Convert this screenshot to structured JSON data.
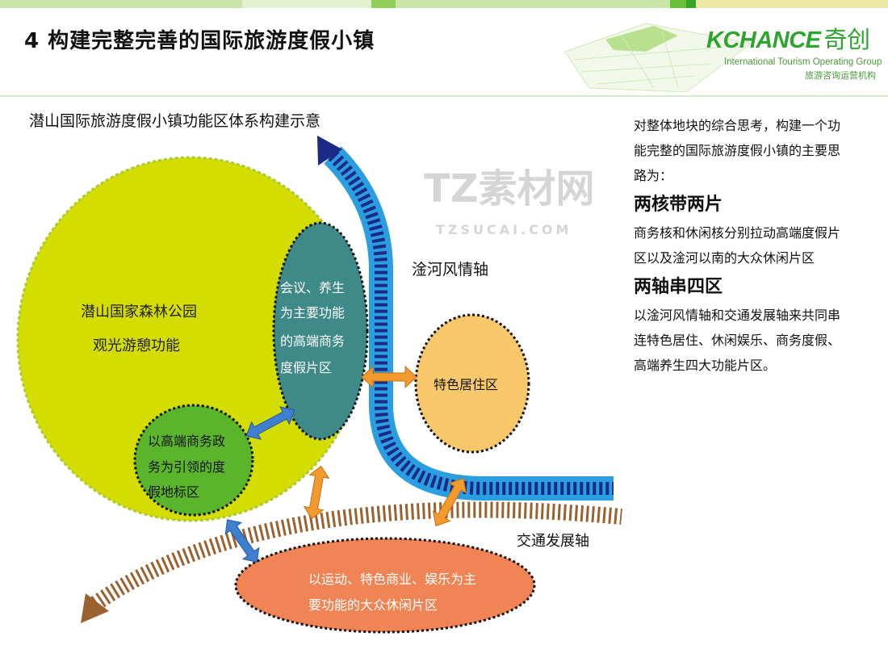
{
  "header": {
    "title": "4 构建完整完善的国际旅游度假小镇",
    "brand": {
      "name": "KCHANCE",
      "name_cn": "奇创",
      "tagline_en": "International Tourism Operating Group",
      "tagline_cn": "旅游咨询运营机构"
    }
  },
  "colors": {
    "brand_green": "#2ca52c",
    "forest": "#d4dc00",
    "business": "#3e8a88",
    "landmark": "#5ab52a",
    "residential": "#f9c86a",
    "leisure": "#f08454",
    "river": "#2a9ee0",
    "river_dash": "#1b2a86",
    "traffic": "#9a6230"
  },
  "diagram": {
    "title": "潜山国际旅游度假小镇功能区体系构建示意",
    "forest": {
      "line1": "潜山国家森林公园",
      "line2": "观光游憩功能"
    },
    "business": {
      "lines": [
        "会议、养生",
        "为主要功能",
        "的高端商务",
        "度假片区"
      ]
    },
    "landmark": {
      "lines": [
        "以高端商务政",
        "务为引领的度",
        "假地标区"
      ]
    },
    "residential": {
      "label": "特色居住区"
    },
    "leisure": {
      "lines": [
        "以运动、特色商业、娱乐为主",
        "要功能的大众休闲片区"
      ]
    },
    "river_axis": "淦河风情轴",
    "traffic_axis": "交通发展轴",
    "watermark": {
      "main": "TZ素材网",
      "sub": "TZSUCAI.COM"
    }
  },
  "panel": {
    "intro": [
      "对整体地块的综合思考，构建一个功",
      "能完整的国际旅游度假小镇的主要思",
      "路为："
    ],
    "heading1": "两核带两片",
    "body1": [
      "商务核和休闲核分别拉动高端度假片",
      "区以及淦河以南的大众休闲片区"
    ],
    "heading2": "两轴串四区",
    "body2": [
      "以淦河风情轴和交通发展轴来共同串",
      "连特色居住、休闲娱乐、商务度假、",
      "高端养生四大功能片区。"
    ]
  }
}
